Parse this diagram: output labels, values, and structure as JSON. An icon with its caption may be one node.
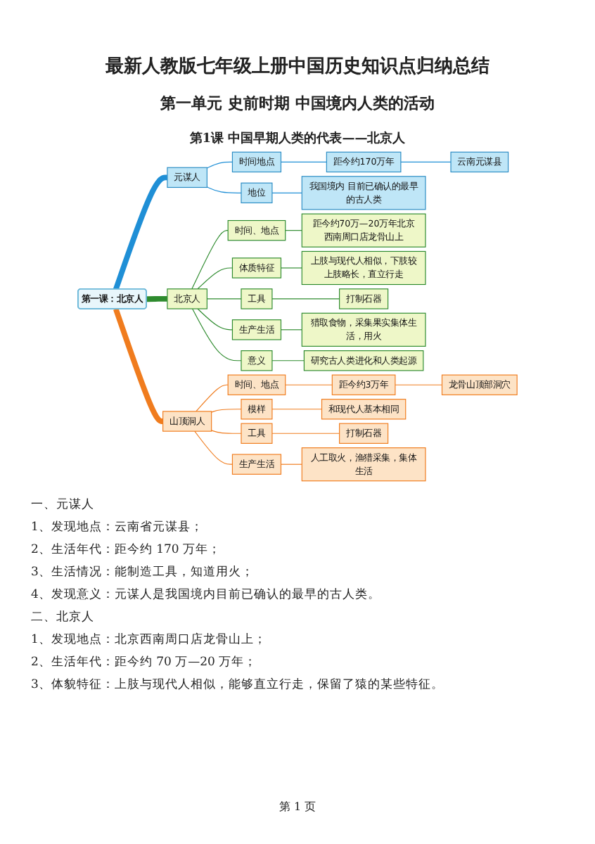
{
  "diagram": {
    "title": "最新人教版七年级上册中国历史知识点归纳总结",
    "nodes": [
      {
        "text": [
          "第一课：北京人"
        ]
      },
      {
        "text": [
          "元谋人"
        ]
      },
      {
        "text": [
          "时间地点"
        ]
      },
      {
        "text": [
          "距今约170万年"
        ]
      },
      {
        "text": [
          "云南元谋县"
        ]
      },
      {
        "text": [
          "地位"
        ]
      },
      {
        "text": [
          "我国境内 目前已确认的最早的古人类"
        ]
      },
      {
        "text": [
          "北京人"
        ]
      },
      {
        "text": [
          "时间、地点"
        ]
      },
      {
        "text": [
          "距今约70万—20万年北京西南周口店龙骨山上"
        ]
      },
      {
        "text": [
          "体质特征"
        ]
      },
      {
        "text": [
          "上肢与现代人相似，下肢较上肢略长，直立行走"
        ]
      },
      {
        "text": [
          "工具"
        ]
      },
      {
        "text": [
          "打制石器"
        ]
      },
      {
        "text": [
          "生产生活"
        ]
      },
      {
        "text": [
          "猎取食物，采集果实集体生活，用火"
        ]
      },
      {
        "text": [
          "意义"
        ]
      },
      {
        "text": [
          "研究古人类进化和人类起源"
        ]
      },
      {
        "text": [
          "山顶洞人"
        ]
      },
      {
        "text": [
          "时间、地点"
        ]
      },
      {
        "text": [
          "距今约3万年"
        ]
      },
      {
        "text": [
          "龙骨山顶部洞穴"
        ]
      },
      {
        "text": [
          "模样"
        ]
      },
      {
        "text": [
          "和现代人基本相同"
        ]
      },
      {
        "text": [
          "工具"
        ]
      },
      {
        "text": [
          "打制石器"
        ]
      },
      {
        "text": [
          "生产生活"
        ]
      },
      {
        "text": [
          "人工取火，渔猎采集，集体生活"
        ]
      }
    ],
    "edges": [
      {
        "from": 0,
        "to": 1,
        "arrow": "none",
        "style": "thick",
        "color": "#1f8fd6"
      },
      {
        "from": 1,
        "to": 2,
        "arrow": "none",
        "color": "#1f8fd6"
      },
      {
        "from": 2,
        "to": 3,
        "arrow": "none",
        "color": "#1f8fd6"
      },
      {
        "from": 3,
        "to": 4,
        "arrow": "none",
        "color": "#1f8fd6"
      },
      {
        "from": 1,
        "to": 5,
        "arrow": "none",
        "color": "#1f8fd6"
      },
      {
        "from": 5,
        "to": 6,
        "arrow": "none",
        "color": "#1f8fd6"
      },
      {
        "from": 0,
        "to": 7,
        "arrow": "none",
        "style": "thick"
      },
      {
        "from": 7,
        "to": 8,
        "arrow": "none"
      },
      {
        "from": 8,
        "to": 9,
        "arrow": "none"
      },
      {
        "from": 7,
        "to": 10,
        "arrow": "none"
      },
      {
        "from": 10,
        "to": 11,
        "arrow": "none"
      },
      {
        "from": 7,
        "to": 12,
        "arrow": "none"
      },
      {
        "from": 12,
        "to": 13,
        "arrow": "none"
      },
      {
        "from": 7,
        "to": 14,
        "arrow": "none"
      },
      {
        "from": 14,
        "to": 15,
        "arrow": "none"
      },
      {
        "from": 7,
        "to": 16,
        "arrow": "none"
      },
      {
        "from": 16,
        "to": 17,
        "arrow": "none"
      },
      {
        "from": 0,
        "to": 18,
        "arrow": "none",
        "style": "thick",
        "color": "#f07c1e"
      },
      {
        "from": 18,
        "to": 19,
        "arrow": "none",
        "color": "#f07c1e"
      },
      {
        "from": 19,
        "to": 20,
        "arrow": "none",
        "color": "#f07c1e"
      },
      {
        "from": 20,
        "to": 21,
        "arrow": "none",
        "color": "#f07c1e"
      },
      {
        "from": 18,
        "to": 22,
        "arrow": "none",
        "color": "#f07c1e"
      },
      {
        "from": 22,
        "to": 23,
        "arrow": "none",
        "color": "#f07c1e"
      },
      {
        "from": 18,
        "to": 24,
        "arrow": "none",
        "color": "#f07c1e"
      },
      {
        "from": 24,
        "to": 25,
        "arrow": "none",
        "color": "#f07c1e"
      },
      {
        "from": 18,
        "to": 26,
        "arrow": "none",
        "color": "#f07c1e"
      },
      {
        "from": 26,
        "to": 27,
        "arrow": "none",
        "color": "#f07c1e"
      }
    ],
    "labels": [
      "第一单元 史前时期 中国境内人类的活动",
      "第1课 中国早期人类的代表——北京人",
      "一、元谋人",
      "1、发现地点：云南省元谋县；",
      "2、生活年代：距今约 170 万年；",
      "3、生活情况：能制造工具，知道用火；",
      "4、发现意义：元谋人是我国境内目前已确认的最早的古人类。",
      "二、北京人",
      "1、发现地点：北京西南周口店龙骨山上；",
      "2、生活年代：距今约 70 万—20 万年；",
      "3、体貌特征：上肢与现代人相似，能够直立行走，保留了猿的某些特征。",
      "第 1 页"
    ]
  }
}
